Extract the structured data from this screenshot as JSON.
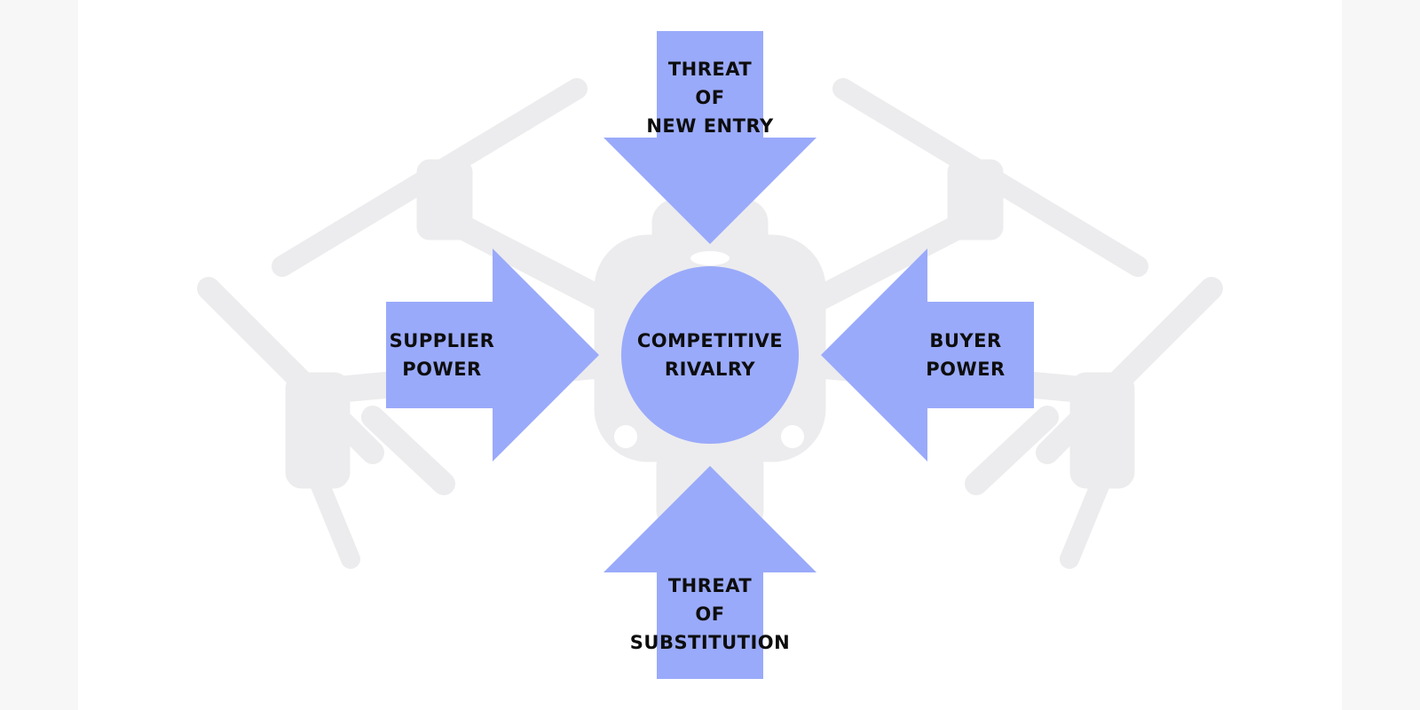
{
  "diagram": {
    "center": {
      "line1": "COMPETITIVE",
      "line2": "RIVALRY"
    },
    "top": {
      "line1": "THREAT",
      "line2": "OF",
      "line3": "NEW ENTRY"
    },
    "bottom": {
      "line1": "THREAT",
      "line2": "OF",
      "line3": "SUBSTITUTION"
    },
    "left": {
      "line1": "SUPPLIER",
      "line2": "POWER"
    },
    "right": {
      "line1": "BUYER",
      "line2": "POWER"
    }
  },
  "colors": {
    "arrow_fill": "#9aaafa",
    "circle_fill": "#9aaafa",
    "drone_silhouette": "#ececee",
    "text": "#0d0d0d",
    "background": "#ffffff"
  },
  "icons": {
    "background": "drone-silhouette-icon"
  }
}
